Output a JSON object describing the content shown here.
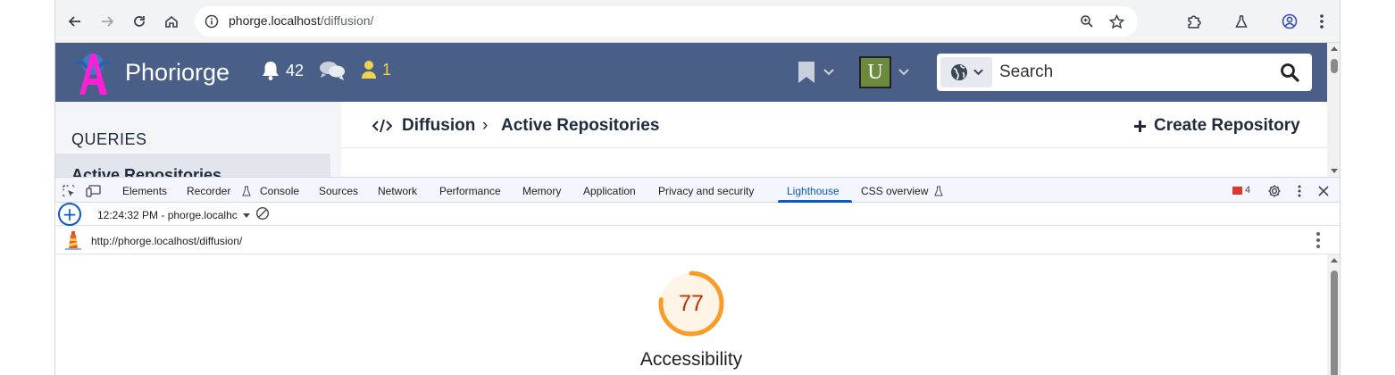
{
  "browser": {
    "url_host": "phorge.localhost",
    "url_path": "/diffusion/"
  },
  "header": {
    "brand": "Phoriorge",
    "notifications_count": "42",
    "users_count": "1",
    "avatar_letter": "U",
    "search_placeholder": "Search"
  },
  "sidebar": {
    "title": "QUERIES",
    "active_item": "Active Repositories"
  },
  "breadcrumb": {
    "app": "Diffusion",
    "separator": "›",
    "current": "Active Repositories"
  },
  "actions": {
    "create_label": "Create Repository"
  },
  "devtools": {
    "tabs": [
      "Elements",
      "Recorder",
      "Console",
      "Sources",
      "Network",
      "Performance",
      "Memory",
      "Application",
      "Privacy and security",
      "Lighthouse",
      "CSS overview"
    ],
    "active_tab": "Lighthouse",
    "error_count": "4",
    "report_select": "12:24:32 PM - phorge.localhc",
    "report_url": "http://phorge.localhost/diffusion/",
    "score": "77",
    "score_fraction": 0.77,
    "score_color": "#fa9c28",
    "score_label": "Accessibility"
  }
}
